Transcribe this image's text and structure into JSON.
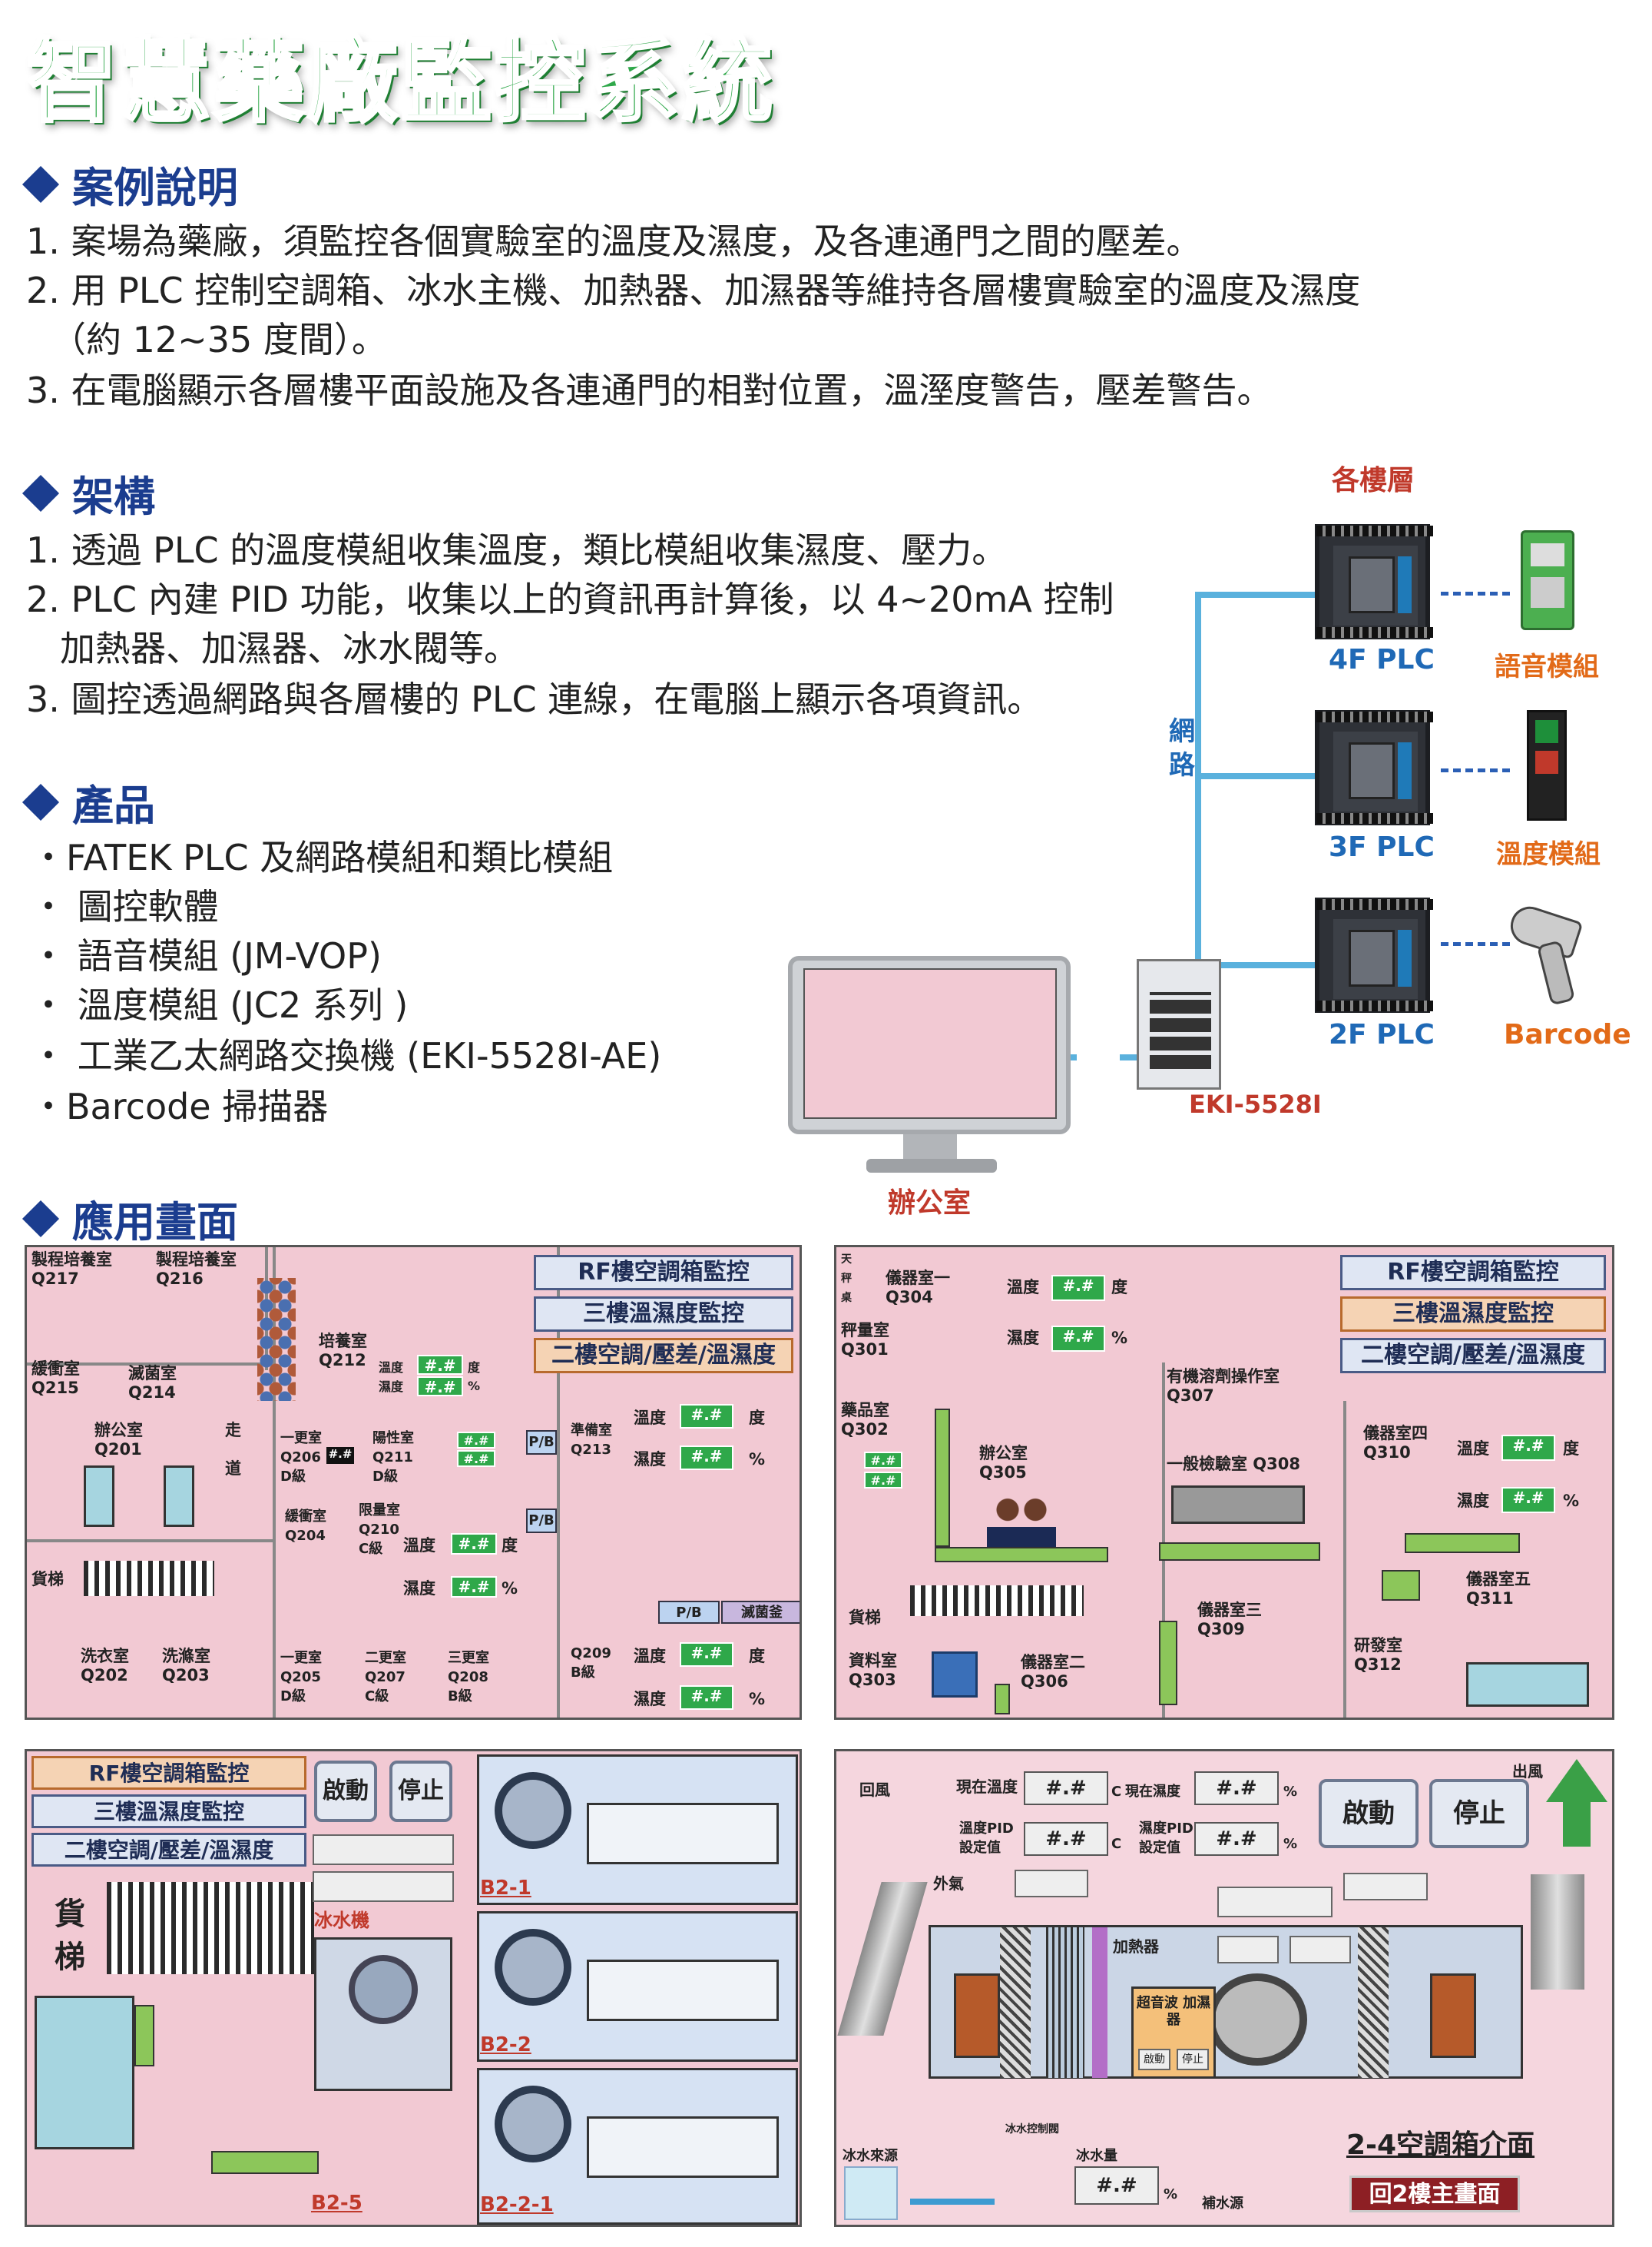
{
  "title": "智慧藥廠監控系統",
  "sections": {
    "case": {
      "heading": "案例說明",
      "lines": [
        "1. 案場為藥廠，須監控各個實驗室的溫度及濕度，及各連通門之間的壓差。",
        "2. 用 PLC 控制空調箱、冰水主機、加熱器、加濕器等維持各層樓實驗室的溫度及濕度",
        "（約 12~35 度間）。",
        "3. 在電腦顯示各層樓平面設施及各連通門的相對位置，溫溼度警告，壓差警告。"
      ]
    },
    "arch": {
      "heading": "架構",
      "lines": [
        "1. 透過 PLC 的溫度模組收集溫度，類比模組收集濕度、壓力。",
        "2. PLC 內建 PID 功能，收集以上的資訊再計算後，以 4~20mA 控制",
        "加熱器、加濕器、冰水閥等。",
        "3. 圖控透過網路與各層樓的 PLC 連線，在電腦上顯示各項資訊。"
      ]
    },
    "products": {
      "heading": "產品",
      "items": [
        "・FATEK PLC 及網路模組和類比模組",
        "・ 圖控軟體",
        "・ 語音模組 (JM-VOP)",
        "・ 溫度模組 (JC2 系列 )",
        "・ 工業乙太網路交換機 (EKI-5528I-AE)",
        "・Barcode 掃描器"
      ]
    },
    "screens": {
      "heading": "應用畫面"
    }
  },
  "diagram": {
    "floors_label": "各樓層",
    "network_label": "網路",
    "plcs": [
      "4F PLC",
      "3F PLC",
      "2F PLC"
    ],
    "modules": [
      "語音模組",
      "溫度模組",
      "Barcode"
    ],
    "switch": "EKI-5528I",
    "office": "辦公室"
  },
  "nav": {
    "rf": "RF樓空調箱監控",
    "floor3": "三樓溫濕度監控",
    "floor2": "二樓空調/壓差/溫濕度"
  },
  "placeholder": "#.#",
  "units": {
    "deg": "度",
    "pct": "%"
  },
  "labels": {
    "temp": "溫度",
    "hum": "濕度",
    "elevator": "貨梯",
    "pb": "P/B",
    "corridor": "走道"
  },
  "screen1": {
    "rooms": [
      "製程培養室 Q217",
      "製程培養室 Q216",
      "緩衝室 Q215",
      "滅菌室 Q214",
      "辦公室 Q201",
      "培養室 Q212",
      "一更室 Q206 D級",
      "陽性室 Q211 D級",
      "準備室 Q213",
      "緩衝室 Q204",
      "限量室 Q210 C級",
      "洗衣室 Q202",
      "洗滌室 Q203",
      "一更室 Q205 D級",
      "二更室 Q207 C級",
      "三更室 Q208 B級",
      "Q209 B級",
      "滅菌釜"
    ]
  },
  "screen2": {
    "rooms": [
      "天秤桌",
      "儀器室一 Q304",
      "秤量室 Q301",
      "藥品室 Q302",
      "辦公室 Q305",
      "有機溶劑操作室 Q307",
      "一般檢驗室 Q308",
      "儀器室四 Q310",
      "儀器室五 Q311",
      "儀器室三 Q309",
      "研發室 Q312",
      "資料室 Q303",
      "儀器室二 Q306"
    ]
  },
  "screen3": {
    "start": "啟動",
    "stop": "停止",
    "chiller": "冰水機",
    "units": [
      "B2-1",
      "B2-2",
      "B2-2-1",
      "B2-5"
    ]
  },
  "screen4": {
    "return_air": "回風",
    "outlet_air": "出風",
    "outside_air": "外氣",
    "cur_temp": "現在溫度",
    "cur_hum": "現在濕度",
    "temp_pid": "溫度PID 設定值",
    "hum_pid": "濕度PID 設定值",
    "unit_c": "C",
    "unit_pct": "%",
    "start": "啟動",
    "stop": "停止",
    "heater": "加熱器",
    "humidifier": "超音波 加濕器",
    "hstart": "啟動",
    "hstop": "停止",
    "valve": "冰水控制閥",
    "chw_source": "冰水來源",
    "chw_flow": "冰水量",
    "makeup": "補水源",
    "page_title": "2-4空調箱介面",
    "back": "回2樓主畫面"
  },
  "colors": {
    "title_green": "#2fa84a",
    "heading_blue": "#1b3d8f",
    "plc_label": "#1f69b6",
    "module_label": "#e26a18",
    "network": "#5ab1dd"
  }
}
